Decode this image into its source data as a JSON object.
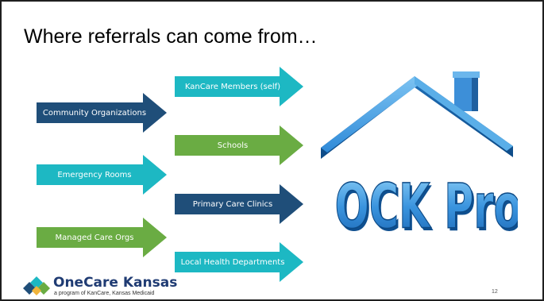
{
  "slide": {
    "title": "Where referrals can come from…",
    "page_number": "12"
  },
  "arrows_left": [
    {
      "label": "Community Organizations",
      "color": "#1f4e79"
    },
    {
      "label": "Emergency Rooms",
      "color": "#1db8c3"
    },
    {
      "label": "Managed Care Orgs",
      "color": "#6aac43"
    }
  ],
  "arrows_right": [
    {
      "label": "KanCare Members (self)",
      "color": "#1db8c3"
    },
    {
      "label": "Schools",
      "color": "#6aac43"
    },
    {
      "label": "Primary Care Clinics",
      "color": "#1f4e79"
    },
    {
      "label": "Local Health Departments",
      "color": "#1db8c3"
    }
  ],
  "house": {
    "text": "OCK Provider",
    "color": "#2e86d6"
  },
  "logo": {
    "name": "OneCare Kansas",
    "tagline": "a program of KanCare, Kansas Medicaid"
  }
}
